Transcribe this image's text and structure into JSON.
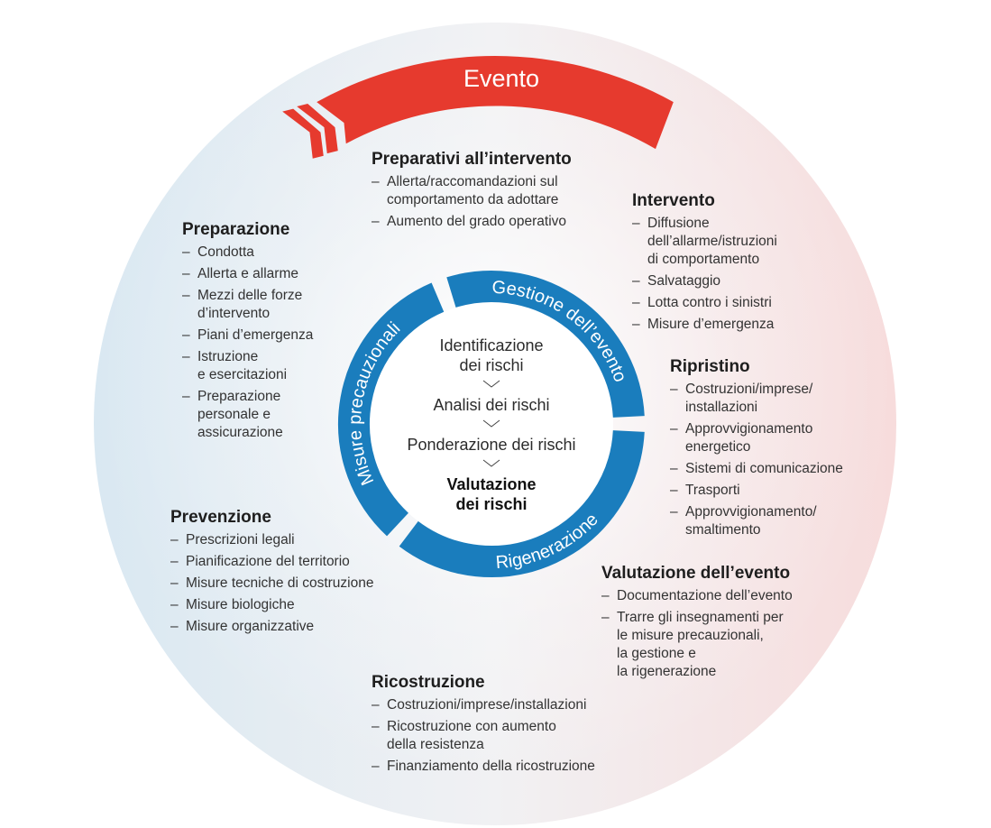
{
  "banner": {
    "label": "Evento",
    "color": "#e63a2e"
  },
  "ring": {
    "color": "#1a7dbd",
    "segments": [
      {
        "label": "Gestione dell’evento"
      },
      {
        "label": "Rigenerazione"
      },
      {
        "label": "Misure precauzionali"
      }
    ]
  },
  "center": {
    "steps": [
      "Identificazione\ndei rischi",
      "Analisi dei rischi",
      "Ponderazione dei rischi"
    ],
    "final": "Valutazione\ndei rischi"
  },
  "blocks": [
    {
      "id": "preparativi",
      "title": "Preparativi all’intervento",
      "items": [
        "Allerta/raccomandazioni sul\ncomportamento da adottare",
        "Aumento del grado operativo"
      ]
    },
    {
      "id": "intervento",
      "title": "Intervento",
      "items": [
        "Diffusione\ndell’allarme/istruzioni\ndi comportamento",
        "Salvataggio",
        "Lotta contro i sinistri",
        "Misure d’emergenza"
      ]
    },
    {
      "id": "preparazione",
      "title": "Preparazione",
      "items": [
        "Condotta",
        "Allerta e allarme",
        "Mezzi delle forze\nd’intervento",
        "Piani d’emergenza",
        "Istruzione\ne esercitazioni",
        "Preparazione\npersonale e\nassicurazione"
      ]
    },
    {
      "id": "ripristino",
      "title": "Ripristino",
      "items": [
        "Costruzioni/imprese/\ninstallazioni",
        "Approvvigionamento\nenergetico",
        "Sistemi di comunicazione",
        "Trasporti",
        "Approvvigionamento/\nsmaltimento"
      ]
    },
    {
      "id": "prevenzione",
      "title": "Prevenzione",
      "items": [
        "Prescrizioni legali",
        "Pianificazione del territorio",
        "Misure tecniche di costruzione",
        "Misure biologiche",
        "Misure organizzative"
      ]
    },
    {
      "id": "valutazione",
      "title": "Valutazione dell’evento",
      "items": [
        "Documentazione dell’evento",
        "Trarre gli insegnamenti per\nle misure precauzionali,\nla gestione e\nla rigenerazione"
      ]
    },
    {
      "id": "ricostruzione",
      "title": "Ricostruzione",
      "items": [
        "Costruzioni/imprese/installazioni",
        "Ricostruzione con aumento\ndella resistenza",
        "Finanziamento della ricostruzione"
      ]
    }
  ]
}
